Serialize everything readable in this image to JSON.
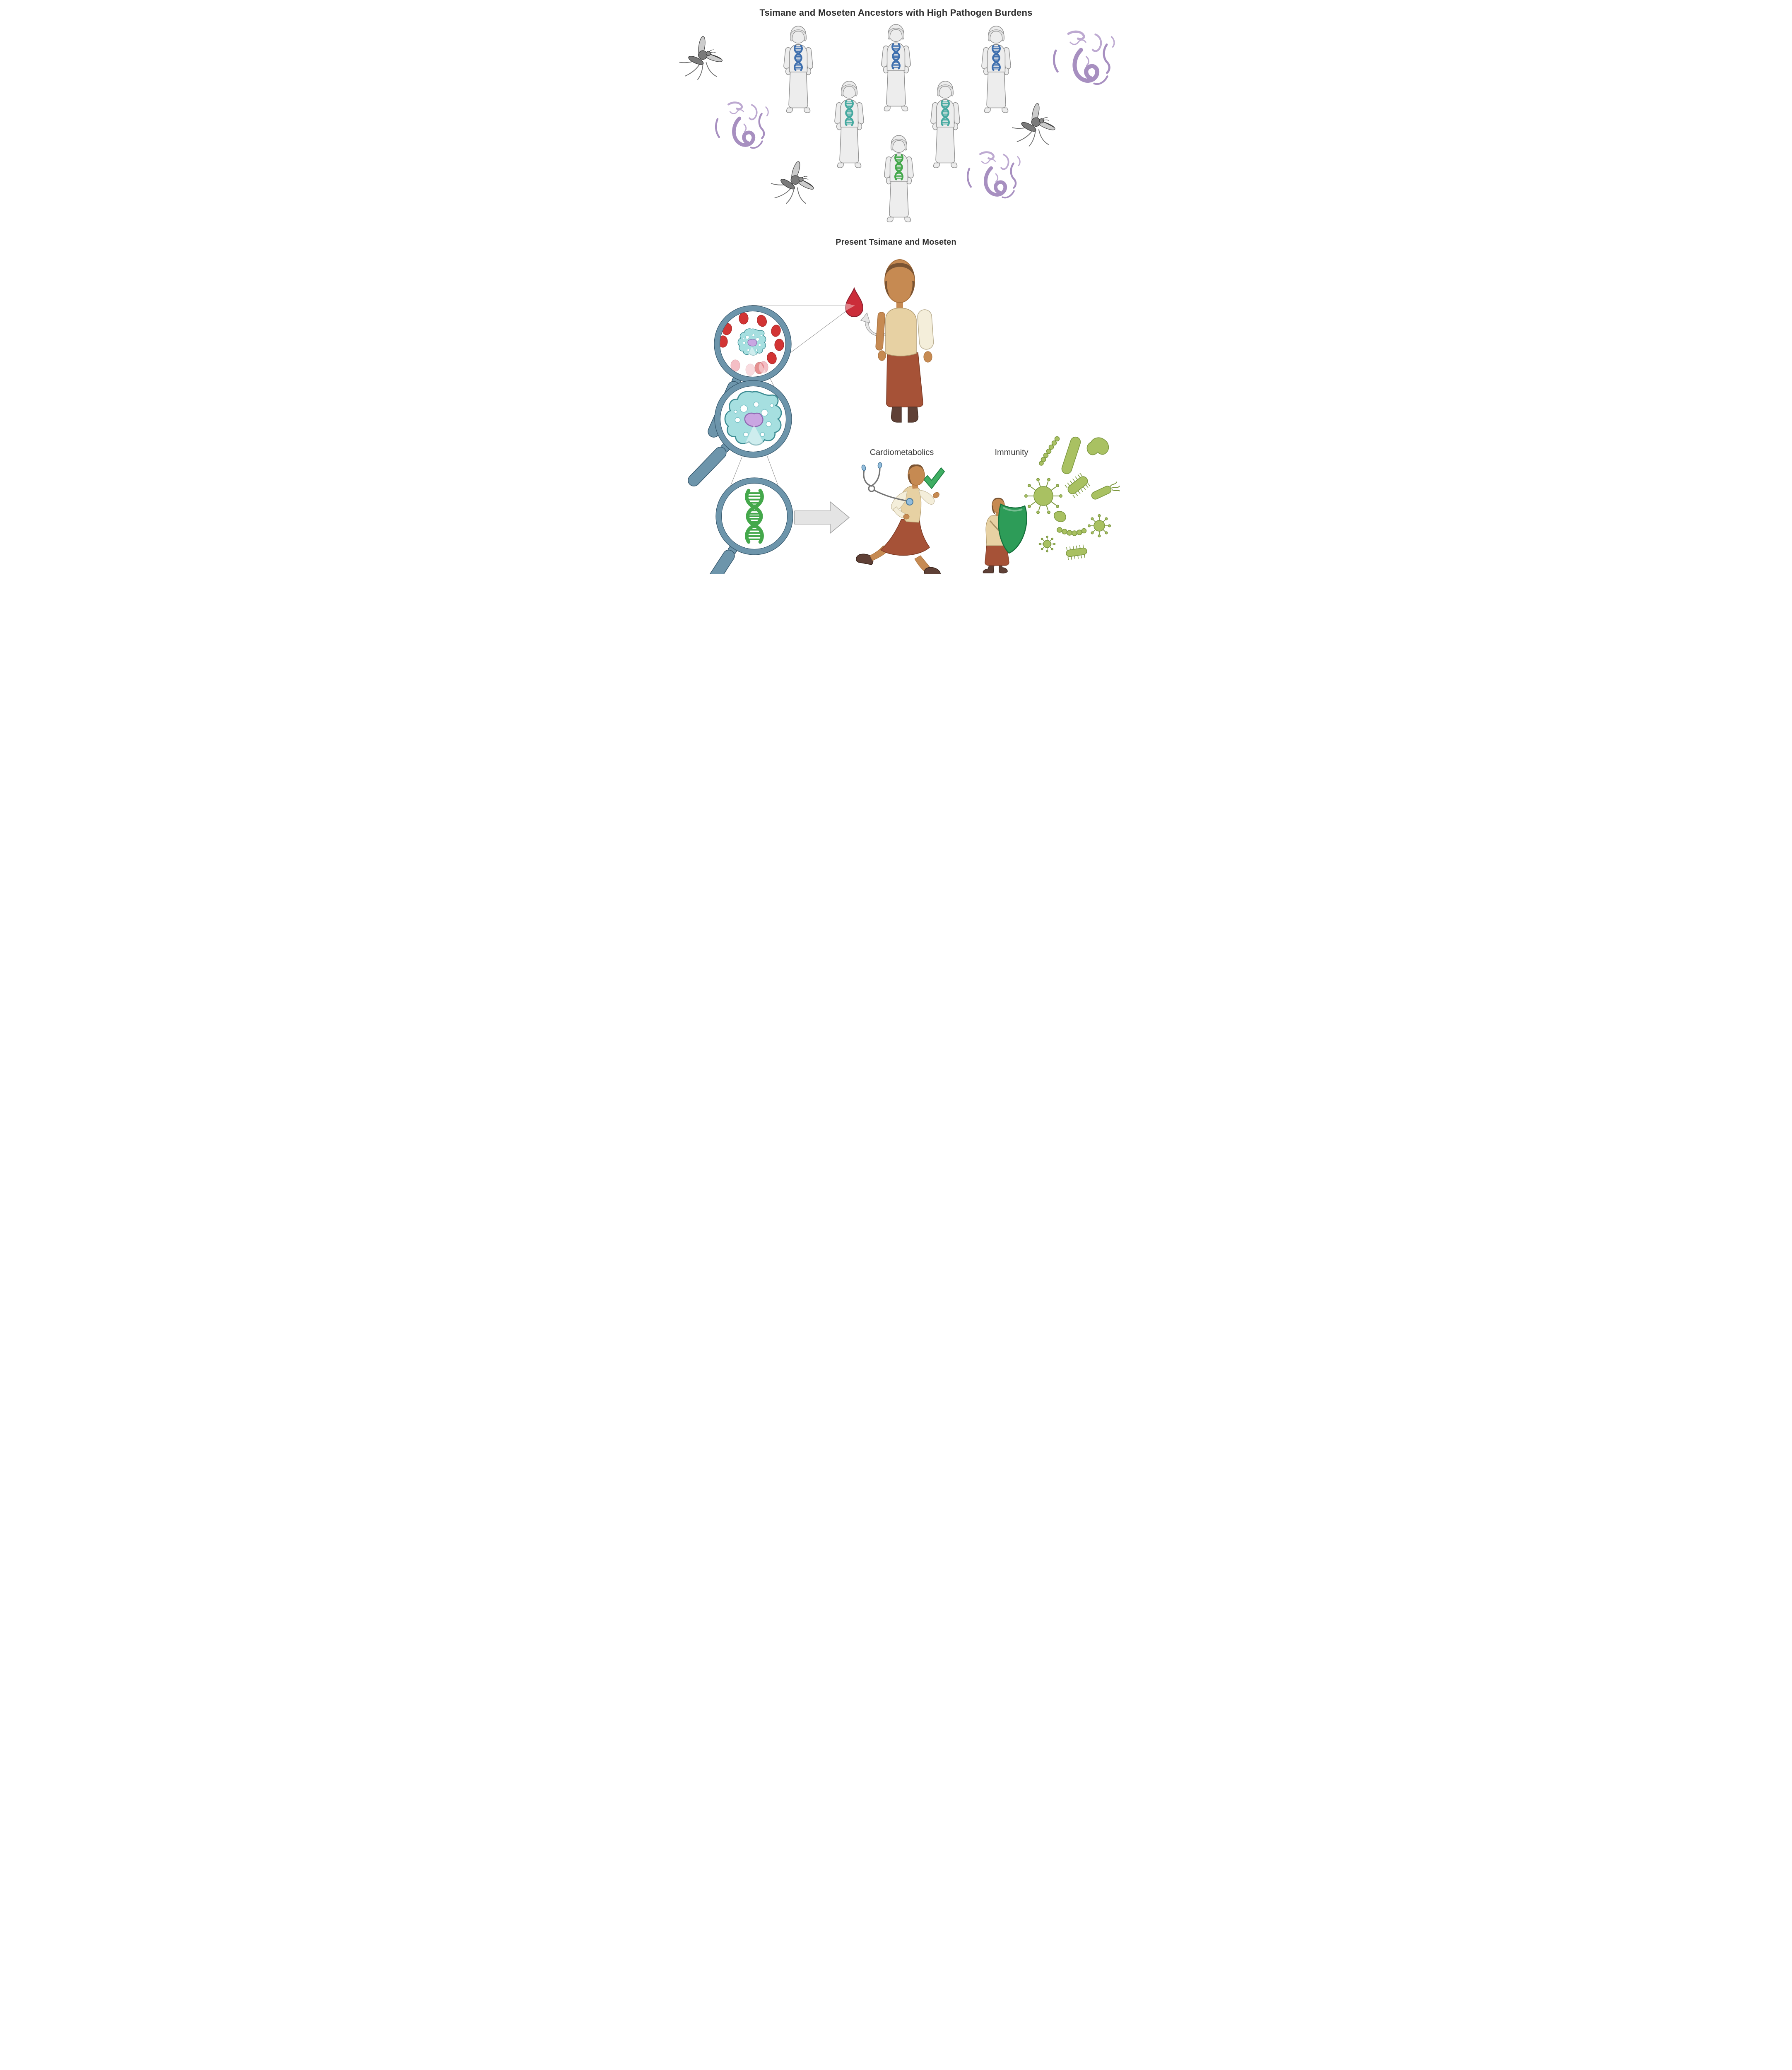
{
  "top": {
    "title": "Tsimane and Moseten Ancestors with High Pathogen Burdens",
    "ancestors": [
      {
        "id": 1,
        "row": "top-left",
        "dna": "blue"
      },
      {
        "id": 2,
        "row": "top-center",
        "dna": "blue"
      },
      {
        "id": 3,
        "row": "top-right",
        "dna": "blue"
      },
      {
        "id": 4,
        "row": "middle-left",
        "dna": "teal"
      },
      {
        "id": 5,
        "row": "middle-right",
        "dna": "teal"
      },
      {
        "id": 6,
        "row": "bottom-center",
        "dna": "green"
      }
    ],
    "pathogen_icons": [
      {
        "name": "mosquito-icon",
        "count": 3
      },
      {
        "name": "helminth-worms-icon",
        "count": 3
      }
    ]
  },
  "bottom": {
    "title": "Present Tsimane and Moseten",
    "cardiometabolics_label": "Cardiometabolics",
    "immunity_label": "Immunity",
    "icons": [
      "blood-drop-icon",
      "curved-arrow-icon",
      "magnifier-blood-smear-icon",
      "magnifier-immune-cell-icon",
      "magnifier-dna-icon",
      "arrow-right-icon",
      "stethoscope-icon",
      "checkmark-icon",
      "shield-icon",
      "microbes-icon"
    ]
  },
  "colors": {
    "title_text": "#2e2e2e",
    "label_text": "#3a3a3a",
    "figure_fill": "#ededed",
    "figure_line": "#8f8f8f",
    "figure_hair": "#e2e2e2",
    "dna_blue": "#3e6fae",
    "dna_teal": "#45a9a0",
    "dna_green": "#44a84b",
    "mosquito_gray": "#7a7a7a",
    "worm_purple": "#a78fc0",
    "worm_purple_light": "#bda9d1",
    "magnifier_blue": "#6d95ab",
    "magnifier_dark": "#34566b",
    "blood_red": "#cb2d3a",
    "rbc_red": "#d23434",
    "rbc_pink": "#f0a9b2",
    "cell_teal": "#a6dfe0",
    "cell_teal_line": "#3d8d94",
    "nucleus_purple": "#c9a6e2",
    "skin": "#c68a52",
    "skin_dark": "#a9713d",
    "hair_brown": "#7a5433",
    "shirt_tan": "#e7d1a3",
    "sleeve_cream": "#f4eeda",
    "skirt_rust": "#a65237",
    "boot_brown": "#5f4036",
    "shield_green": "#2d9c58",
    "check_green": "#3fae63",
    "pathogen_green": "#a9c162",
    "pathogen_line": "#7d9840",
    "arrow_gray": "#e4e4e4",
    "stetho_gray": "#757575",
    "stetho_blue": "#92bddd",
    "connector_gray": "#8f8f8f"
  }
}
